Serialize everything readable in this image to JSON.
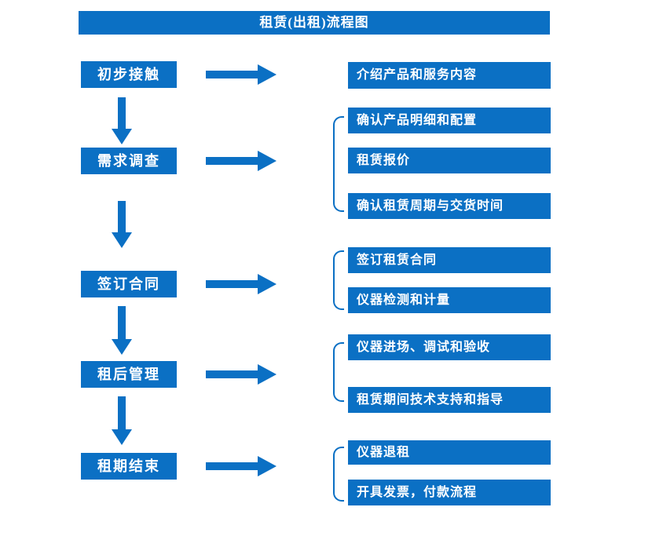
{
  "title": "租赁(出租)流程图",
  "colors": {
    "accent": "#0b70c4",
    "text_on_accent": "#ffffff",
    "background": "#ffffff"
  },
  "steps": [
    {
      "label": "初步接触",
      "details": [
        "介绍产品和服务内容"
      ]
    },
    {
      "label": "需求调查",
      "details": [
        "确认产品明细和配置",
        "租赁报价",
        "确认租赁周期与交货时间"
      ]
    },
    {
      "label": "签订合同",
      "details": [
        "签订租赁合同",
        "仪器检测和计量"
      ]
    },
    {
      "label": "租后管理",
      "details": [
        "仪器进场、调试和验收",
        "租赁期间技术支持和指导"
      ]
    },
    {
      "label": "租期结束",
      "details": [
        "仪器退租",
        "开具发票，付款流程"
      ]
    }
  ]
}
